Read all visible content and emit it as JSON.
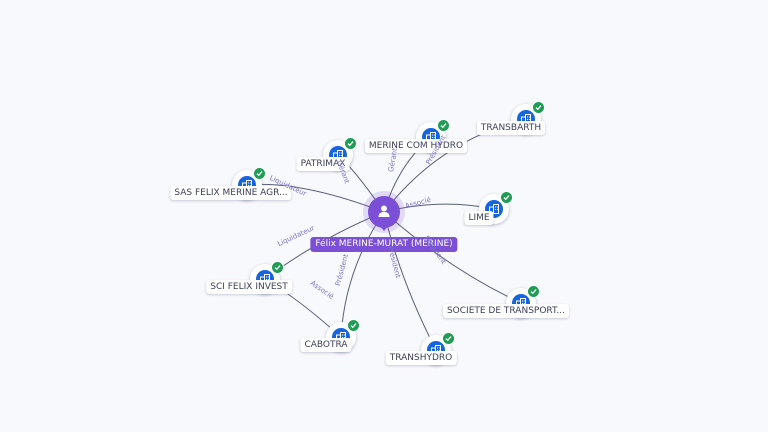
{
  "center": {
    "label": "Félix MERINE-MURAT (MERINE)",
    "icon": "person-icon",
    "color": "#7b4fd6"
  },
  "nodes": [
    {
      "id": "patrimax",
      "label": "PATRIMAX",
      "icon": "company-icon",
      "verified": true
    },
    {
      "id": "merine-com-hydro",
      "label": "MERINE COM HYDRO",
      "icon": "company-icon",
      "verified": true
    },
    {
      "id": "transbarth",
      "label": "TRANSBARTH",
      "icon": "company-icon",
      "verified": true
    },
    {
      "id": "sas-felix",
      "label": "SAS FELIX MERINE AGR...",
      "icon": "company-icon",
      "verified": true
    },
    {
      "id": "lime",
      "label": "LIME",
      "icon": "company-icon",
      "verified": true
    },
    {
      "id": "sci-felix",
      "label": "SCI FELIX INVEST",
      "icon": "company-icon",
      "verified": true
    },
    {
      "id": "societe-transport",
      "label": "SOCIETE DE TRANSPORT...",
      "icon": "company-icon",
      "verified": true
    },
    {
      "id": "cabotra",
      "label": "CABOTRA",
      "icon": "company-icon",
      "verified": true
    },
    {
      "id": "transhydro",
      "label": "TRANSHYDRO",
      "icon": "company-icon",
      "verified": true
    }
  ],
  "edges": [
    {
      "to": "patrimax",
      "label": "Gérant"
    },
    {
      "to": "merine-com-hydro",
      "label": "Gérant"
    },
    {
      "to": "transbarth",
      "label": "Président"
    },
    {
      "to": "sas-felix",
      "label": "Liquidateur"
    },
    {
      "to": "lime",
      "label": "Associé"
    },
    {
      "to": "sci-felix",
      "label": "Liquidateur"
    },
    {
      "to": "societe-transport",
      "label": "Président"
    },
    {
      "to": "cabotra",
      "label": "Président"
    },
    {
      "to": "transhydro",
      "label": "Président"
    },
    {
      "to": "cabotra",
      "label": "Associé"
    }
  ],
  "colors": {
    "company": "#1565e0",
    "verified": "#1f9d55",
    "edge": "#5a5f7a",
    "edge_label": "#7a74c9"
  }
}
